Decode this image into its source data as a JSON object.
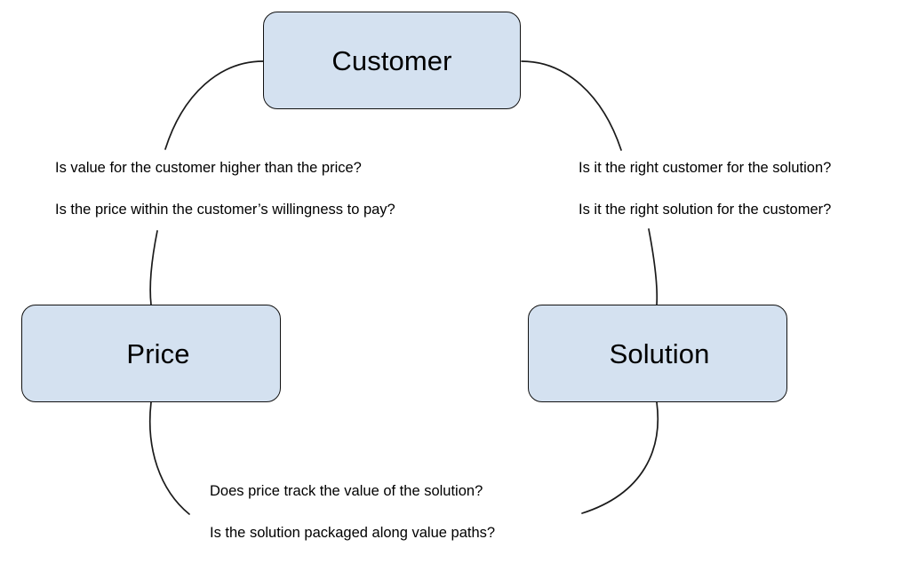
{
  "diagram": {
    "title": "Customer / Price / Solution value triangle",
    "background_color": "#ffffff",
    "node_fill_color": "#d4e1f0",
    "node_border_color": "#111111",
    "edge_color": "#1a1a1a",
    "text_color": "#000000"
  },
  "nodes": [
    {
      "id": "customer",
      "label": "Customer"
    },
    {
      "id": "price",
      "label": "Price"
    },
    {
      "id": "solution",
      "label": "Solution"
    }
  ],
  "edges": [
    {
      "id": "price-customer",
      "from": "Price",
      "to": "Customer",
      "questions": [
        "Is value for the customer higher than the price?",
        "Is the price within the customer’s willingness to pay?"
      ]
    },
    {
      "id": "customer-solution",
      "from": "Customer",
      "to": "Solution",
      "questions": [
        "Is it the right customer for the solution?",
        "Is it the right solution for the customer?"
      ]
    },
    {
      "id": "price-solution",
      "from": "Price",
      "to": "Solution",
      "questions": [
        "Does price track the value of the solution?",
        "Is the solution packaged along value paths?"
      ]
    }
  ]
}
